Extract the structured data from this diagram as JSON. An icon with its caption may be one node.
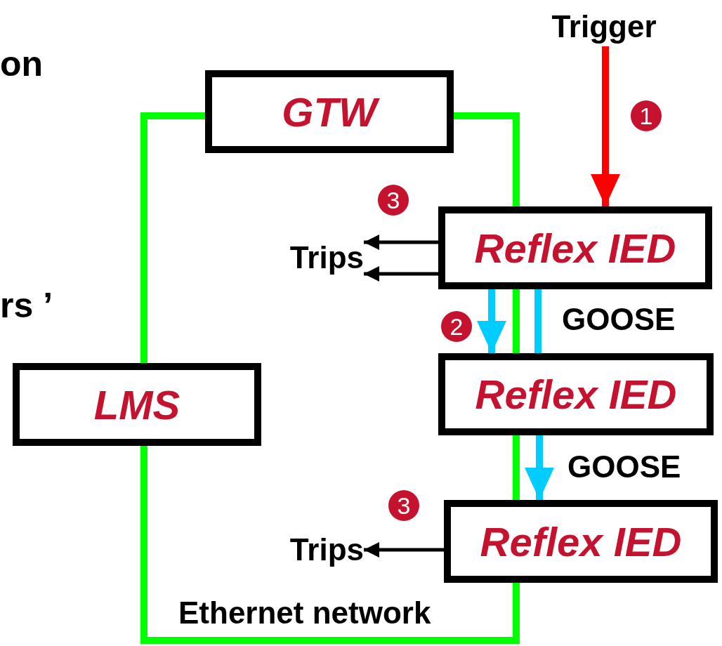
{
  "diagram": {
    "nodes": [
      {
        "text": [
          "GTW"
        ]
      },
      {
        "text": [
          "LMS"
        ]
      },
      {
        "text": [
          "Reflex IED"
        ]
      },
      {
        "text": [
          "Reflex IED"
        ]
      },
      {
        "text": [
          "Reflex IED"
        ]
      },
      {
        "text": [
          "Trigger"
        ]
      },
      {
        "text": [
          "Trips"
        ]
      },
      {
        "text": [
          "Trips"
        ]
      }
    ],
    "edges": [
      {
        "from": 0,
        "to": 1,
        "arrow": "none"
      },
      {
        "from": 1,
        "to": 4,
        "arrow": "none"
      },
      {
        "from": 4,
        "to": 3,
        "arrow": "none"
      },
      {
        "from": 3,
        "to": 2,
        "arrow": "none"
      },
      {
        "from": 2,
        "to": 0,
        "arrow": "none"
      },
      {
        "from": 5,
        "to": 2,
        "arrow": "to",
        "color": "#ff0000"
      },
      {
        "from": 2,
        "to": 6,
        "arrow": "to",
        "color": "#000000"
      },
      {
        "from": 2,
        "to": 6,
        "arrow": "to",
        "color": "#000000"
      },
      {
        "from": 2,
        "to": 3,
        "arrow": "to",
        "color": "#00ccff"
      },
      {
        "from": 2,
        "to": 3,
        "arrow": "none",
        "color": "#00ccff",
        "label": "GOOSE"
      },
      {
        "from": 3,
        "to": 4,
        "arrow": "to",
        "color": "#00ccff",
        "label": "GOOSE"
      },
      {
        "from": 4,
        "to": 7,
        "arrow": "to",
        "color": "#000000"
      }
    ],
    "labels": [
      "on",
      "rs ’",
      "1",
      "3",
      "2",
      "3",
      "Ethernet network"
    ]
  }
}
